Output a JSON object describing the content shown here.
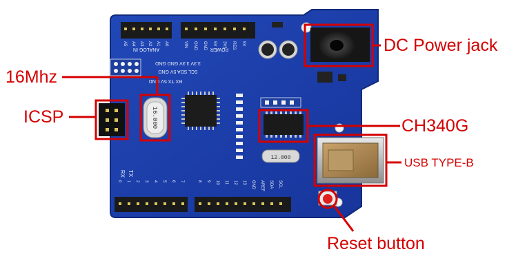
{
  "callouts": {
    "dc_power_jack": "DC Power jack",
    "crystal_16mhz": "16Mhz",
    "icsp": "ICSP",
    "ch340g": "CH340G",
    "usb_type_b": "USB TYPE-B",
    "reset_button": "Reset button"
  },
  "board": {
    "analog_header_title": "ANALOG IN",
    "analog_pins": [
      "A5",
      "A4",
      "A3",
      "A2",
      "A1",
      "A0"
    ],
    "power_header_title": "POWER",
    "power_pins": [
      "VIN",
      "GND",
      "GND",
      "5V",
      "3V3",
      "RES",
      "5V"
    ],
    "icsp_silk_row1": "3.3V 3.3V GND GND",
    "icsp_silk_row2": "SCL SDA 5V GND",
    "icsp_silk_row3": "RX TX 5V GND",
    "crystal_marking": "16.000",
    "usb_crystal_marking": "12.000",
    "digital_pins": [
      "0",
      "1",
      "2",
      "3",
      "4",
      "5",
      "6",
      "7",
      "8",
      "9",
      "10",
      "11",
      "12",
      "13",
      "GND",
      "AREF",
      "SDA",
      "SCL"
    ],
    "rx_label": "RX",
    "tx_label": "TX"
  },
  "colors": {
    "callout_red": "#d40000",
    "board_blue": "#1a3ea8",
    "board_edge": "#0f2a7a",
    "header_black": "#1a1a1a",
    "silk_white": "#e8eef8"
  }
}
